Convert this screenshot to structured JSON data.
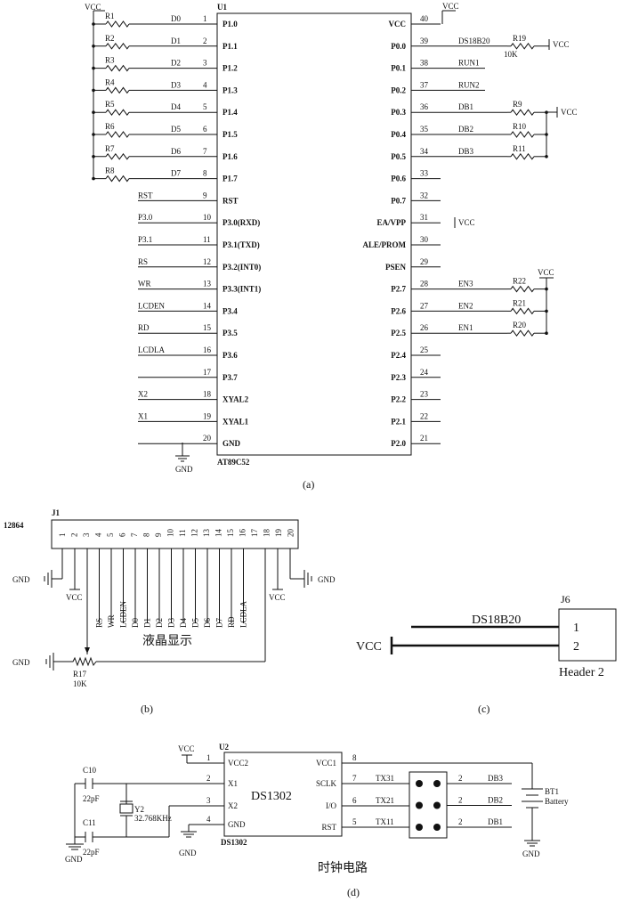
{
  "a": {
    "caption": "(a)",
    "ref": "U1",
    "part": "AT89C52",
    "vcc_label": "VCC",
    "gnd_label": "GND",
    "left_pins": [
      {
        "num": "1",
        "name": "P1.0",
        "net": "D0",
        "res": "R1"
      },
      {
        "num": "2",
        "name": "P1.1",
        "net": "D1",
        "res": "R2"
      },
      {
        "num": "3",
        "name": "P1.2",
        "net": "D2",
        "res": "R3"
      },
      {
        "num": "4",
        "name": "P1.3",
        "net": "D3",
        "res": "R4"
      },
      {
        "num": "5",
        "name": "P1.4",
        "net": "D4",
        "res": "R5"
      },
      {
        "num": "6",
        "name": "P1.5",
        "net": "D5",
        "res": "R6"
      },
      {
        "num": "7",
        "name": "P1.6",
        "net": "D6",
        "res": "R7"
      },
      {
        "num": "8",
        "name": "P1.7",
        "net": "D7",
        "res": "R8"
      },
      {
        "num": "9",
        "name": "RST",
        "net": "RST",
        "res": ""
      },
      {
        "num": "10",
        "name": "P3.0(RXD)",
        "net": "P3.0",
        "res": ""
      },
      {
        "num": "11",
        "name": "P3.1(TXD)",
        "net": "P3.1",
        "res": ""
      },
      {
        "num": "12",
        "name": "P3.2(INT0)",
        "net": "RS",
        "res": ""
      },
      {
        "num": "13",
        "name": "P3.3(INT1)",
        "net": "WR",
        "res": ""
      },
      {
        "num": "14",
        "name": "P3.4",
        "net": "LCDEN",
        "res": ""
      },
      {
        "num": "15",
        "name": "P3.5",
        "net": "RD",
        "res": ""
      },
      {
        "num": "16",
        "name": "P3.6",
        "net": "LCDLA",
        "res": ""
      },
      {
        "num": "17",
        "name": "P3.7",
        "net": "",
        "res": ""
      },
      {
        "num": "18",
        "name": "XYAL2",
        "net": "X2",
        "res": ""
      },
      {
        "num": "19",
        "name": "XYAL1",
        "net": "X1",
        "res": ""
      },
      {
        "num": "20",
        "name": "GND",
        "net": "",
        "res": ""
      }
    ],
    "right_pins": [
      {
        "num": "40",
        "name": "VCC",
        "net": "",
        "res": ""
      },
      {
        "num": "39",
        "name": "P0.0",
        "net": "DS18B20",
        "res": "R19"
      },
      {
        "num": "38",
        "name": "P0.1",
        "net": "RUN1",
        "res": ""
      },
      {
        "num": "37",
        "name": "P0.2",
        "net": "RUN2",
        "res": ""
      },
      {
        "num": "36",
        "name": "P0.3",
        "net": "DB1",
        "res": "R9"
      },
      {
        "num": "35",
        "name": "P0.4",
        "net": "DB2",
        "res": "R10"
      },
      {
        "num": "34",
        "name": "P0.5",
        "net": "DB3",
        "res": "R11"
      },
      {
        "num": "33",
        "name": "P0.6",
        "net": "",
        "res": ""
      },
      {
        "num": "32",
        "name": "P0.7",
        "net": "",
        "res": ""
      },
      {
        "num": "31",
        "name": "EA/VPP",
        "net": "",
        "res": ""
      },
      {
        "num": "30",
        "name": "ALE/PROM",
        "net": "",
        "res": ""
      },
      {
        "num": "29",
        "name": "PSEN",
        "net": "",
        "res": ""
      },
      {
        "num": "28",
        "name": "P2.7",
        "net": "EN3",
        "res": "R22"
      },
      {
        "num": "27",
        "name": "P2.6",
        "net": "EN2",
        "res": "R21"
      },
      {
        "num": "26",
        "name": "P2.5",
        "net": "EN1",
        "res": "R20"
      },
      {
        "num": "25",
        "name": "P2.4",
        "net": "",
        "res": ""
      },
      {
        "num": "24",
        "name": "P2.3",
        "net": "",
        "res": ""
      },
      {
        "num": "23",
        "name": "P2.2",
        "net": "",
        "res": ""
      },
      {
        "num": "22",
        "name": "P2.1",
        "net": "",
        "res": ""
      },
      {
        "num": "21",
        "name": "P2.0",
        "net": "",
        "res": ""
      }
    ],
    "r19_value": "10K"
  },
  "b": {
    "caption": "(b)",
    "lcd_model": "12864",
    "ref": "J1",
    "pin_numbers": [
      "1",
      "2",
      "3",
      "4",
      "5",
      "6",
      "7",
      "8",
      "9",
      "10",
      "11",
      "12",
      "13",
      "14",
      "15",
      "16",
      "17",
      "18",
      "19",
      "20"
    ],
    "signals": [
      "RS",
      "WR",
      "LCDEN",
      "D0",
      "D1",
      "D2",
      "D3",
      "D4",
      "D5",
      "D6",
      "D7",
      "RD",
      "LCDLA"
    ],
    "lcd_text": "液晶显示",
    "vcc_label": "VCC",
    "gnd_label": "GND",
    "pot_ref": "R17",
    "pot_value": "10K"
  },
  "c": {
    "caption": "(c)",
    "ref": "J6",
    "pin1": "1",
    "pin2": "2",
    "net1": "DS18B20",
    "net2": "VCC",
    "part": "Header 2"
  },
  "d": {
    "caption": "(d)",
    "ref": "U2",
    "part": "DS1302",
    "title": "时钟电路",
    "left_pins": [
      {
        "num": "1",
        "name": "VCC2"
      },
      {
        "num": "2",
        "name": "X1"
      },
      {
        "num": "3",
        "name": "X2"
      },
      {
        "num": "4",
        "name": "GND"
      }
    ],
    "right_pins": [
      {
        "num": "8",
        "name": "VCC1",
        "net": ""
      },
      {
        "num": "7",
        "name": "SCLK",
        "net": "TX31"
      },
      {
        "num": "6",
        "name": "I/O",
        "net": "TX21"
      },
      {
        "num": "5",
        "name": "RST",
        "net": "TX11"
      }
    ],
    "header_nets": [
      "DB3",
      "DB2",
      "DB1"
    ],
    "header_pin": "2",
    "c10": "C10",
    "c11": "C11",
    "cap_value": "22pF",
    "crystal_ref": "Y2",
    "crystal_value": "32.768KHz",
    "battery_ref": "BT1",
    "battery_label": "Battery",
    "vcc_label": "VCC",
    "gnd_label": "GND"
  }
}
